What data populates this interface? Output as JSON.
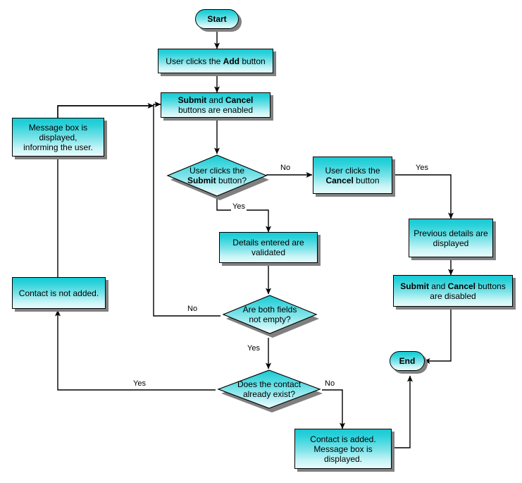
{
  "diagram": {
    "title": "Add contact flowchart",
    "colors": {
      "fill_top": "#17CBD4",
      "fill_bottom": "#E8FBFC",
      "stroke": "#000000",
      "shadow": "#808080",
      "background": "#FFFFFF",
      "text": "#000000"
    },
    "nodes": [
      {
        "id": "start",
        "type": "terminator",
        "text": "Start"
      },
      {
        "id": "add_click",
        "type": "process",
        "text": "User clicks the Add button"
      },
      {
        "id": "enabled",
        "type": "process",
        "text": "Submit and Cancel buttons are enabled"
      },
      {
        "id": "msgbox",
        "type": "process",
        "text": "Message box is displayed, informing the user."
      },
      {
        "id": "submit_q",
        "type": "decision",
        "text": "User clicks the Submit button?"
      },
      {
        "id": "cancel_click",
        "type": "process",
        "text": "User clicks the Cancel button"
      },
      {
        "id": "prev_details",
        "type": "process",
        "text": "Previous details are displayed"
      },
      {
        "id": "validated",
        "type": "process",
        "text": "Details entered are validated"
      },
      {
        "id": "disabled",
        "type": "process",
        "text": "Submit and Cancel buttons are disabled"
      },
      {
        "id": "not_added",
        "type": "process",
        "text": "Contact is not added."
      },
      {
        "id": "fields_q",
        "type": "decision",
        "text": "Are both fields not empty?"
      },
      {
        "id": "exists_q",
        "type": "decision",
        "text": "Does the contact already exist?"
      },
      {
        "id": "end",
        "type": "terminator",
        "text": "End"
      },
      {
        "id": "added",
        "type": "process",
        "text": "Contact is added. Message box is displayed."
      }
    ],
    "node_text": {
      "start": "Start",
      "add_click_pre": "User clicks the ",
      "add_click_bold": "Add",
      "add_click_post": " button",
      "enabled_bold1": "Submit",
      "enabled_mid": " and ",
      "enabled_bold2": "Cancel",
      "enabled_line2": "buttons are enabled",
      "msgbox_line1": "Message box is",
      "msgbox_line2": "displayed,",
      "msgbox_line3": "informing the user.",
      "submit_q_line1": "User clicks the",
      "submit_q_bold": "Submit",
      "submit_q_post": " button?",
      "cancel_line1": "User clicks the",
      "cancel_bold": "Cancel",
      "cancel_post": " button",
      "prev_line1": "Previous details are",
      "prev_line2": "displayed",
      "validated_line1": "Details entered are",
      "validated_line2": "validated",
      "disabled_bold1": "Submit",
      "disabled_mid": " and ",
      "disabled_bold2": "Cancel",
      "disabled_post": " buttons",
      "disabled_line2": "are disabled",
      "not_added": "Contact is not added.",
      "fields_q_line1": "Are both fields",
      "fields_q_line2": "not empty?",
      "exists_q_line1": "Does the contact",
      "exists_q_line2": "already exist?",
      "end": "End",
      "added_line1": "Contact is added.",
      "added_line2": "Message box is",
      "added_line3": "displayed."
    },
    "edge_labels": {
      "submit_no": "No",
      "submit_yes": "Yes",
      "cancel_yes": "Yes",
      "fields_no": "No",
      "fields_yes": "Yes",
      "exists_yes": "Yes",
      "exists_no": "No"
    }
  }
}
